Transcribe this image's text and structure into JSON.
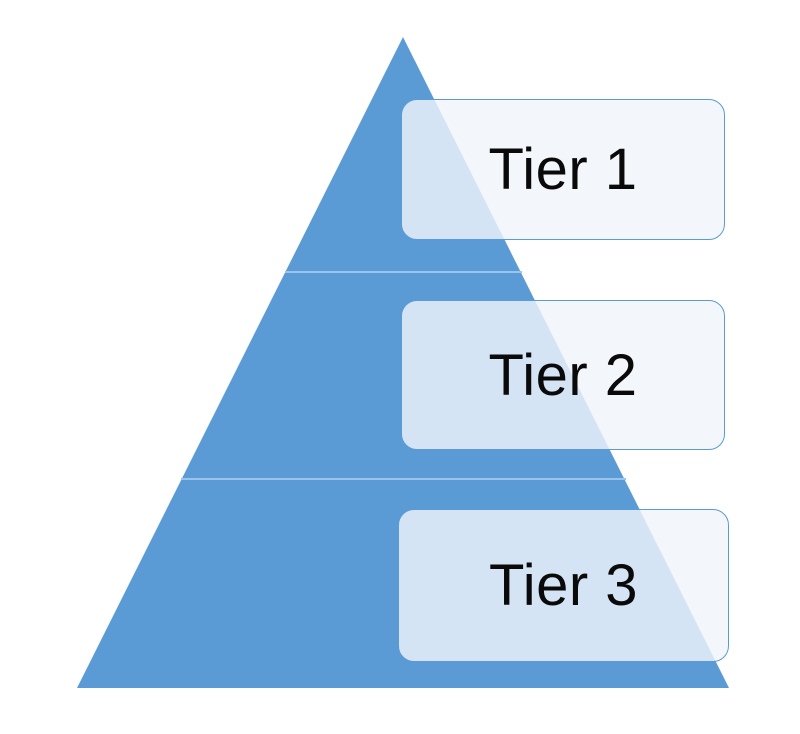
{
  "colors": {
    "pyramid_fill": "#5b9bd5",
    "divider": "#9cc3ec",
    "box_fill": "#f0f4fa",
    "box_border": "#5b9bd5",
    "text": "#0a0a0a"
  },
  "tiers": [
    {
      "label": "Tier 1"
    },
    {
      "label": "Tier 2"
    },
    {
      "label": "Tier 3"
    }
  ]
}
